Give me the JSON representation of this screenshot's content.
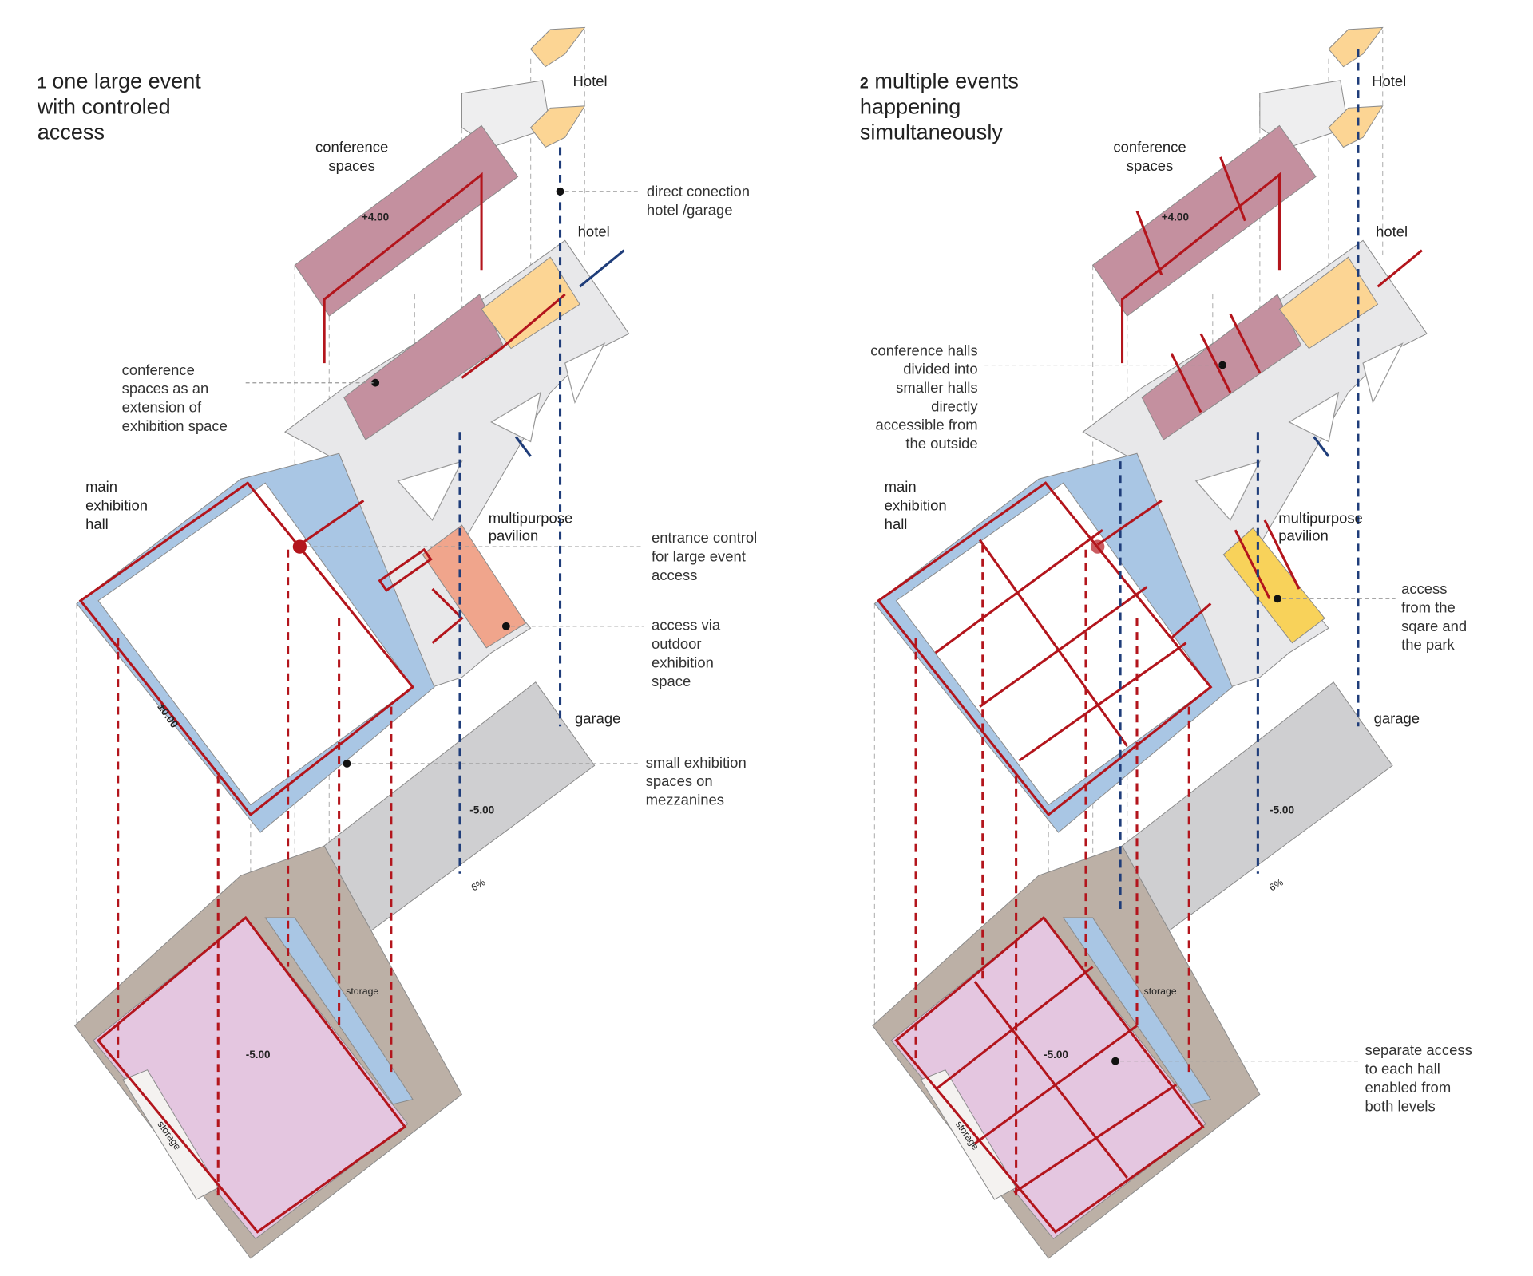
{
  "colors": {
    "conference": "#c4909f",
    "hotel": "#fcd594",
    "hall": "#a9c6e4",
    "ground": "#e8e8ea",
    "garage": "#cfcfd1",
    "basement": "#bcb0a6",
    "basement_hall": "#e4c6e0",
    "pavilion_1": "#f0a58c",
    "pavilion_2": "#f8d25a",
    "route_red": "#b3151c",
    "route_blue": "#1f3d7a"
  },
  "panel1": {
    "number": "1",
    "title_lines": [
      "one large event",
      "with controled",
      "access"
    ],
    "hotel_top": "Hotel",
    "conference_lines": [
      "conference",
      "spaces"
    ],
    "level_upper": "+4.00",
    "hotel_connection_lines": [
      "direct conection",
      "hotel /garage"
    ],
    "hotel_lower": "hotel",
    "conference_ext_lines": [
      "conference",
      "spaces as an",
      "extension of",
      "exhibition space"
    ],
    "main_hall_lines": [
      "main",
      "exhibition",
      "hall"
    ],
    "pavilion_lines": [
      "multipurpose",
      "pavilion"
    ],
    "entrance_lines": [
      "entrance control",
      "for large event",
      "access"
    ],
    "outdoor_lines": [
      "access via",
      "outdoor",
      "exhibition",
      "space"
    ],
    "level_ground": "±0.00",
    "garage": "garage",
    "mezzanine_lines": [
      "small exhibition",
      "spaces on",
      "mezzanines"
    ],
    "level_garage": "-5.00",
    "ramp": "6%",
    "storage_a": "storage",
    "storage_b": "storage",
    "level_basement": "-5.00"
  },
  "panel2": {
    "number": "2",
    "title_lines": [
      "multiple events",
      "happening",
      "simultaneously"
    ],
    "hotel_top": "Hotel",
    "conference_lines": [
      "conference",
      "spaces"
    ],
    "level_upper": "+4.00",
    "hotel_lower": "hotel",
    "halls_divided_lines": [
      "conference halls",
      "divided into",
      "smaller halls",
      "directly",
      "accessible from",
      "the outside"
    ],
    "main_hall_lines": [
      "main",
      "exhibition",
      "hall"
    ],
    "pavilion_lines": [
      "multipurpose",
      "pavilion"
    ],
    "park_access_lines": [
      "access",
      "from the",
      "sqare and",
      "the park"
    ],
    "garage": "garage",
    "level_garage": "-5.00",
    "ramp": "6%",
    "storage_a": "storage",
    "storage_b": "storage",
    "level_basement": "-5.00",
    "separate_access_lines": [
      "separate access",
      "to each hall",
      "enabled from",
      "both levels"
    ]
  }
}
